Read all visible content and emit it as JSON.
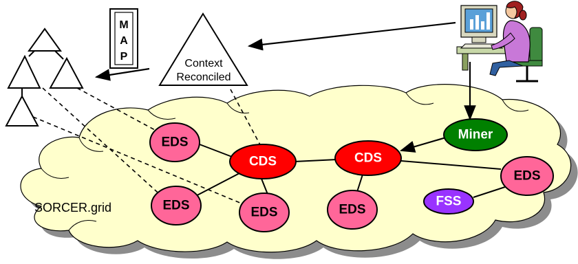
{
  "map_box": {
    "letters": [
      "M",
      "A",
      "P"
    ]
  },
  "context_triangle": {
    "line1": "Context",
    "line2": "Reconciled"
  },
  "cloud": {
    "label": "SORCER.grid",
    "fill": "#ffffcc",
    "shadow": "#8c8c8c"
  },
  "nodes": [
    {
      "id": "miner",
      "label": "Miner",
      "fill": "#008000",
      "text_color": "#ffffff"
    },
    {
      "id": "cds-left",
      "label": "CDS",
      "fill": "#ff0000",
      "text_color": "#ffffff"
    },
    {
      "id": "cds-right",
      "label": "CDS",
      "fill": "#ff0000",
      "text_color": "#ffffff"
    },
    {
      "id": "eds-top",
      "label": "EDS",
      "fill": "#ff6699",
      "text_color": "#000000"
    },
    {
      "id": "eds-bottom-left",
      "label": "EDS",
      "fill": "#ff6699",
      "text_color": "#000000"
    },
    {
      "id": "eds-bottom-mid",
      "label": "EDS",
      "fill": "#ff6699",
      "text_color": "#000000"
    },
    {
      "id": "eds-bottom-right",
      "label": "EDS",
      "fill": "#ff6699",
      "text_color": "#000000"
    },
    {
      "id": "eds-far-right",
      "label": "EDS",
      "fill": "#ff6699",
      "text_color": "#000000"
    },
    {
      "id": "fss",
      "label": "FSS",
      "fill": "#9933ff",
      "text_color": "#ffffff"
    }
  ],
  "user_figure": {
    "icon": "woman-at-computer-icon"
  }
}
